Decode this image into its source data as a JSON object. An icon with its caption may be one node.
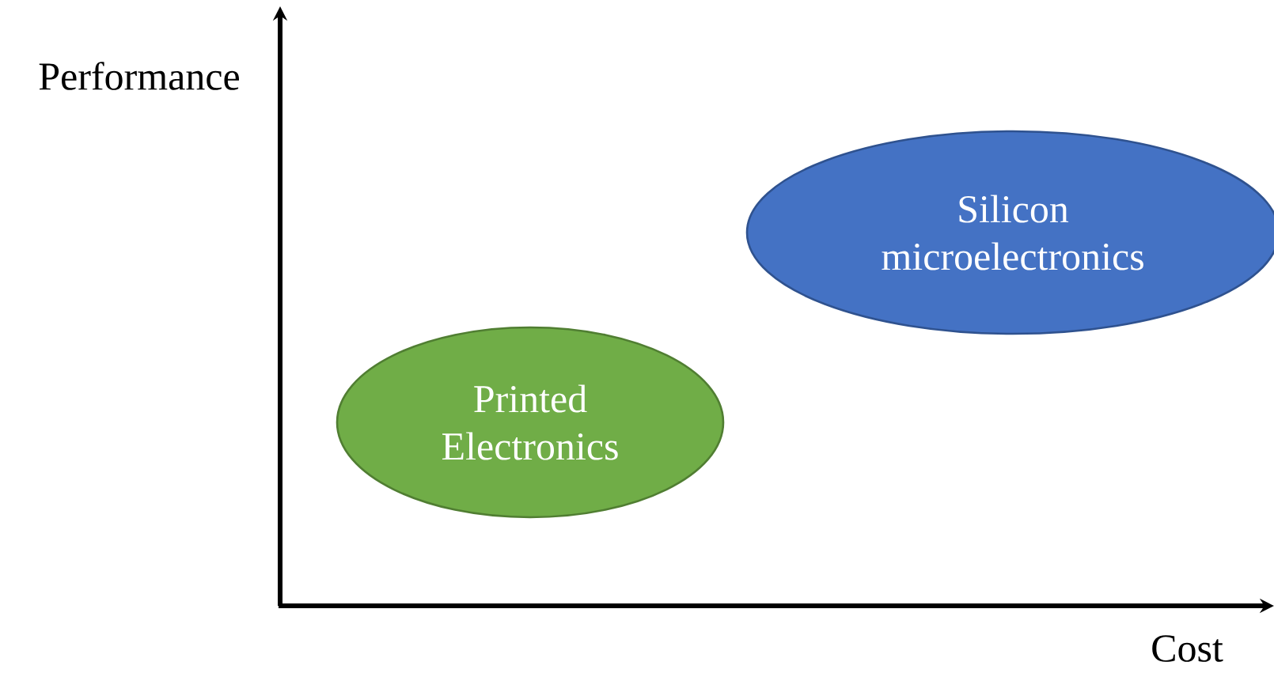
{
  "diagram": {
    "nodes": [
      {
        "text": [
          "Printed Electronics"
        ]
      },
      {
        "text": [
          "Silicon microelectronics"
        ]
      }
    ],
    "labels": [
      "Performance",
      "Cost"
    ]
  }
}
